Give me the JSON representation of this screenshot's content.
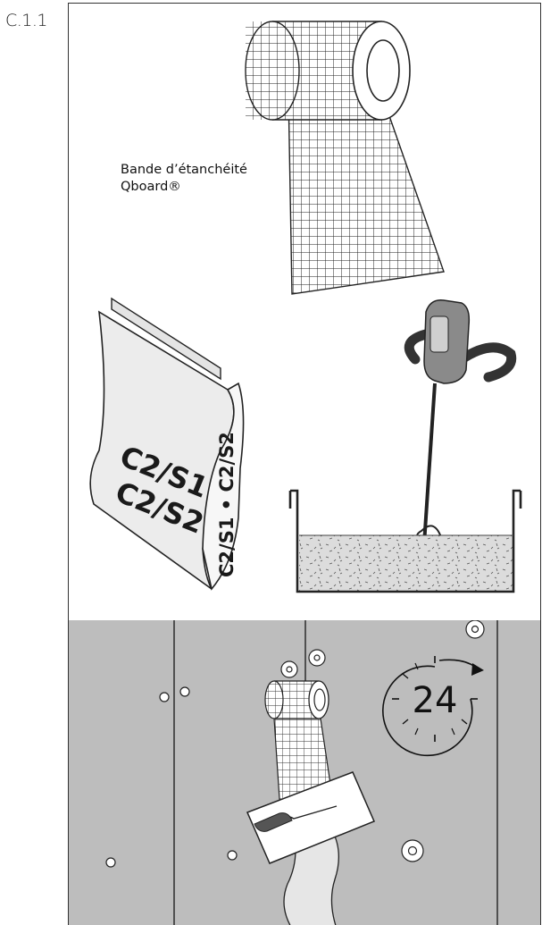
{
  "step": {
    "code": "C.1.1"
  },
  "tape": {
    "label_line1": "Bande d’étanchéité",
    "label_line2": "Qboard®"
  },
  "adhesive_bag": {
    "front_line1": "C2/S1",
    "front_line2": "C2/S2",
    "side_text": "C2/S1 • C2/S2"
  },
  "timer": {
    "hours": "24"
  },
  "icons": [
    "tape-roll-icon",
    "adhesive-bag-icon",
    "mixing-drill-icon",
    "mixing-bucket-icon",
    "trowel-icon",
    "timer-24h-icon",
    "board-fastener-icon"
  ],
  "colors": {
    "wall": "#bdbdbd",
    "line": "#222222",
    "paste": "#e6e6e6"
  }
}
